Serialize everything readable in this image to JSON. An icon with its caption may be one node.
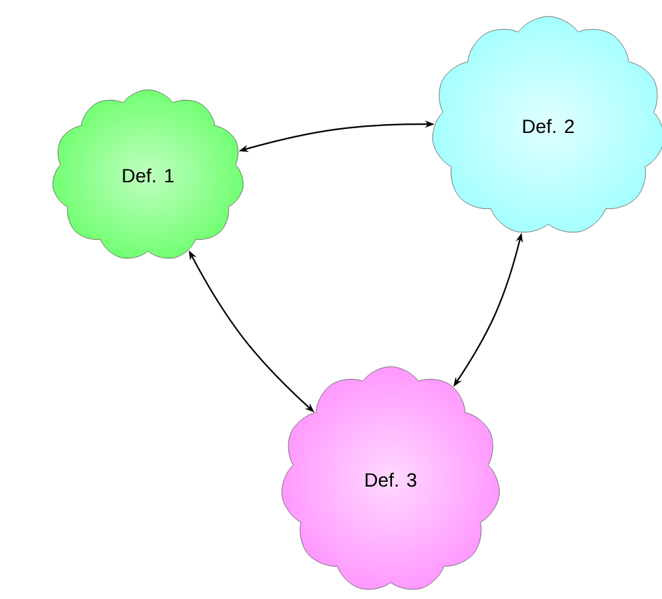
{
  "diagram": {
    "nodes": [
      {
        "text": [
          "Def. 1"
        ]
      },
      {
        "text": [
          "Def. 2"
        ]
      },
      {
        "text": [
          "Def. 3"
        ]
      }
    ],
    "edges": [
      {
        "from": 0,
        "to": 1,
        "arrow": "both"
      },
      {
        "from": 0,
        "to": 2,
        "arrow": "both"
      },
      {
        "from": 1,
        "to": 2,
        "arrow": "both"
      }
    ]
  }
}
